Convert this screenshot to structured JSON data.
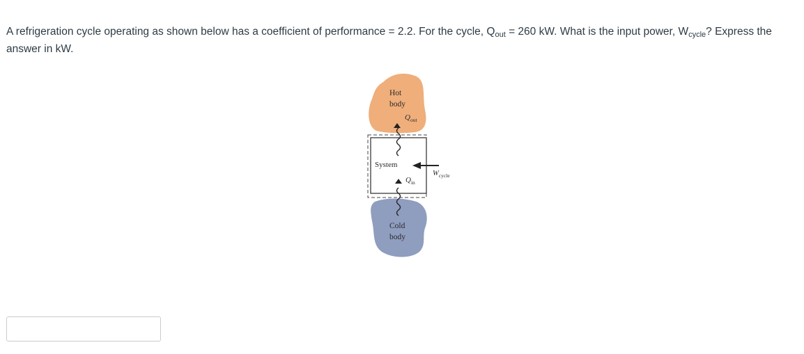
{
  "question": {
    "text_before_qout": "A refrigeration cycle operating as shown below has a coefficient of performance = 2.2. For the cycle, Q",
    "qout_sub": "out",
    "text_before_wcycle": " = 260 kW. What is the input power, W",
    "wcycle_sub": "cycle",
    "text_end": "? Express the answer in kW."
  },
  "diagram": {
    "hot_body_line1": "Hot",
    "hot_body_line2": "body",
    "q_out_symbol": "Q",
    "q_out_sub": "out",
    "system_label": "System",
    "q_in_symbol": "Q",
    "q_in_sub": "in",
    "w_cycle_symbol": "W",
    "w_cycle_sub": "cycle",
    "cold_body_line1": "Cold",
    "cold_body_line2": "body",
    "hot_color": "#efae7a",
    "cold_color": "#8f9dbf"
  },
  "answer": {
    "value": "",
    "placeholder": ""
  }
}
